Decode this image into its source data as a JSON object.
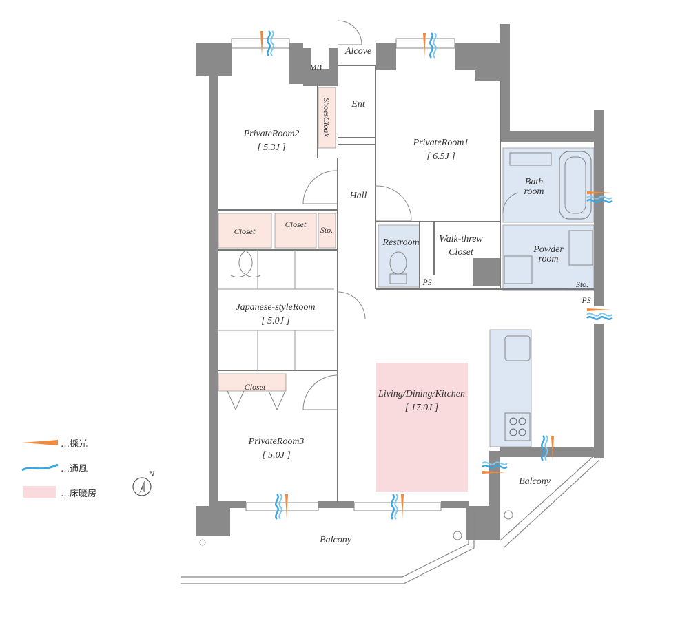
{
  "rooms": {
    "private_room_2": {
      "name": "PrivateRoom2",
      "size": "[ 5.3J ]"
    },
    "private_room_1": {
      "name": "PrivateRoom1",
      "size": "[ 6.5J ]"
    },
    "private_room_3": {
      "name": "PrivateRoom3",
      "size": "[ 5.0J ]"
    },
    "japanese_room": {
      "name": "Japanese-styleRoom",
      "size": "[ 5.0J ]"
    },
    "ldk": {
      "name": "Living/Dining/Kitchen",
      "size": "[ 17.0J ]"
    },
    "bath": {
      "line1": "Bath",
      "line2": "room"
    },
    "powder": {
      "line1": "Powder",
      "line2": "room"
    },
    "walk_closet": {
      "line1": "Walk-threw",
      "line2": "Closet"
    }
  },
  "labels": {
    "alcove": "Alcove",
    "mb": "MB",
    "ent": "Ent",
    "hall": "Hall",
    "shoes_cloak": "ShoesCloak",
    "closet_a": "Closet",
    "closet_b": "Closet",
    "closet_c": "Closet",
    "sto_a": "Sto.",
    "sto_b": "Sto.",
    "restroom": "Restroom",
    "ps_a": "PS",
    "ps_b": "PS",
    "balcony_main": "Balcony",
    "balcony_side": "Balcony",
    "compass_n": "N"
  },
  "legend": [
    {
      "icon": "light-icon",
      "text": "…採光",
      "color": "#f08a3c"
    },
    {
      "icon": "wind-icon",
      "text": "…通風",
      "color": "#3aa6e0"
    },
    {
      "icon": "floor-heating-icon",
      "text": "…床暖房",
      "color": "#f9dadd"
    }
  ],
  "colors": {
    "wall": "#8a8a8a",
    "storage": "#fbe7df",
    "wet_area": "#dde6f3",
    "floor_heating": "#f9dadd",
    "light": "#f08a3c",
    "wind": "#3aa6e0"
  }
}
